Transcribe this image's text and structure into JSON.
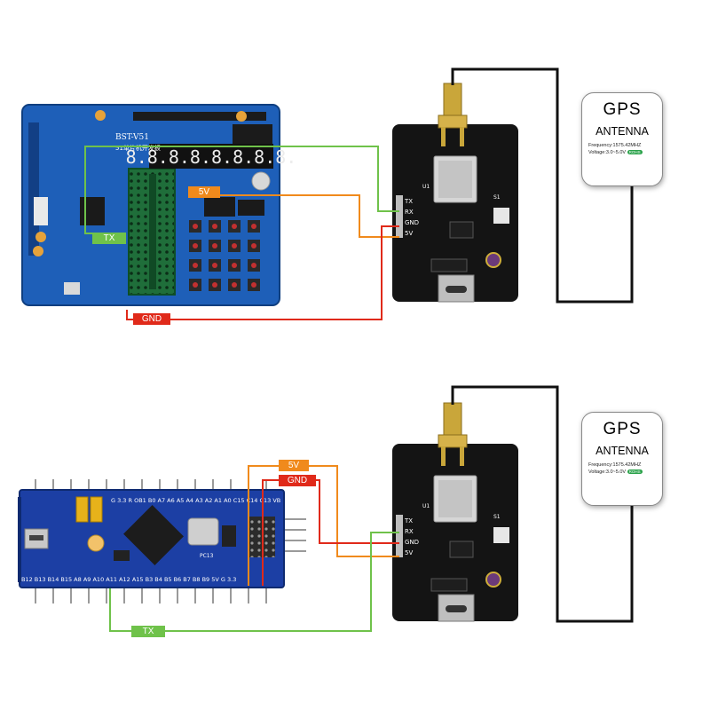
{
  "top": {
    "board_title": "BST-V51",
    "board_subtitle": "51单片机开发板",
    "segment_display": "8.8.8.8.8.8.8.8.",
    "gps_pins": [
      "TX",
      "RX",
      "GND",
      "5V"
    ],
    "labels": {
      "tx": "TX",
      "v5": "5V",
      "gnd": "GND"
    },
    "antenna": {
      "line1": "GPS",
      "line2": "ANTENNA",
      "freq": "Frequency:1575.42MHZ",
      "voltage": "Voltage:3.0~5.0V",
      "rohs": "ROHS"
    }
  },
  "bottom": {
    "pins_top": "G 3.3 R OB1 B0 A7 A6 A5 A4 A3 A2 A1 A0 C15 C14 C13 VB",
    "pins_bottom": "B12 B13 B14 B15 A8 A9 A10 A11 A12 A15 B3 B4 B5 B6 B7 B8 B9 5V G 3.3",
    "chip_label": "PC13",
    "gps_pins": [
      "TX",
      "RX",
      "GND",
      "5V"
    ],
    "labels": {
      "v5": "5V",
      "gnd": "GND",
      "tx": "TX"
    },
    "antenna": {
      "line1": "GPS",
      "line2": "ANTENNA",
      "freq": "Frequency:1575.42MHZ",
      "voltage": "Voltage:3.0~5.0V",
      "rohs": "ROHS"
    }
  },
  "colors": {
    "wire_green": "#6fc24a",
    "wire_orange": "#f08a1c",
    "wire_red": "#e02a1a",
    "board_blue": "#1e5fb8",
    "gps_module": "#141414"
  },
  "icons": [
    "gps-module",
    "sma-connector",
    "usb-c-port",
    "antenna-cable"
  ]
}
